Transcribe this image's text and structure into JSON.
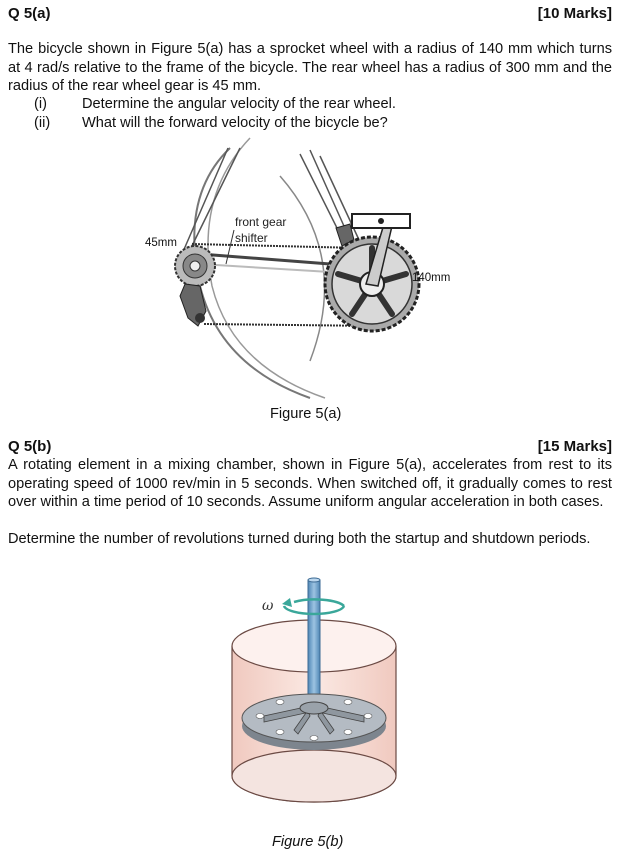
{
  "q5a": {
    "title": "Q 5(a)",
    "marks": "[10 Marks]",
    "text": "The bicycle shown in Figure 5(a) has a sprocket wheel with a radius of 140 mm which turns at 4 rad/s relative to the frame of the bicycle. The rear wheel has a radius of 300 mm and the radius of the rear wheel gear is 45 mm.",
    "items": [
      {
        "num": "(i)",
        "text": "Determine the angular velocity of the rear wheel."
      },
      {
        "num": "(ii)",
        "text": "What will the forward velocity of the bicycle be?"
      }
    ],
    "figure": {
      "label_gear": "45mm",
      "label_shifter_1": "front gear",
      "label_shifter_2": "shifter",
      "label_sprocket": "140mm",
      "caption": "Figure 5(a)"
    }
  },
  "q5b": {
    "title": "Q 5(b)",
    "marks": "[15 Marks]",
    "text1": "A rotating element in a mixing chamber, shown in Figure 5(a), accelerates from rest to its operating speed of 1000 rev/min in 5 seconds. When switched off, it gradually comes to rest over within a time period of 10 seconds. Assume uniform angular acceleration in both cases.",
    "text2": "Determine the number of revolutions turned during both the startup and shutdown periods.",
    "figure": {
      "label_omega": "ω",
      "caption": "Figure 5(b)"
    }
  },
  "colors": {
    "container_fill": "#f6ddd6",
    "shaft": "#6c9ec8",
    "arrow": "#3aa79a",
    "disk": "#aab2bb"
  }
}
